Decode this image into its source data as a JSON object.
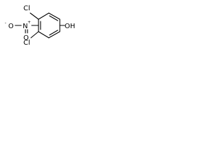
{
  "molecule": {
    "labels": {
      "cl_top": "Cl",
      "cl_bottom": "Cl",
      "nitro_n": "N",
      "nitro_n_charge": "+",
      "nitro_o_double": "O",
      "nitro_o_single": "O",
      "nitro_o_charge": "-",
      "hydroxyl": "OH"
    }
  }
}
